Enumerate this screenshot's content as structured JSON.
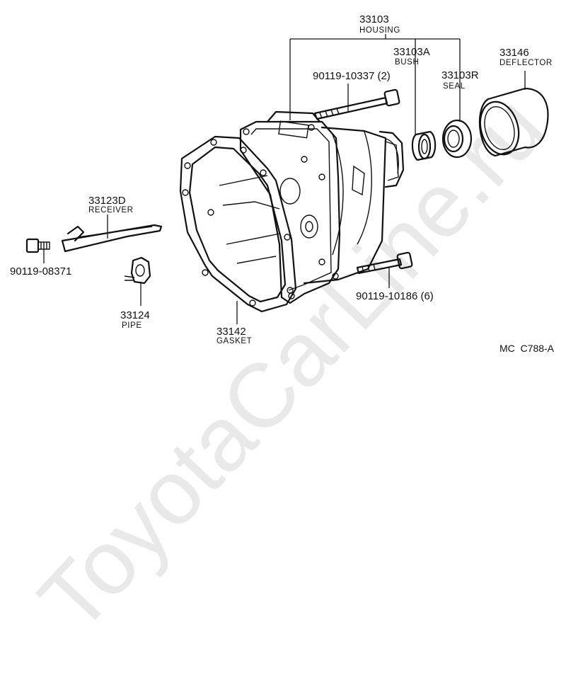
{
  "watermark": "ToyotaCarLine.ru",
  "diagram_code": "MC  C788-A",
  "parts": [
    {
      "id": "housing",
      "number": "33103",
      "name": "HOUSING"
    },
    {
      "id": "bush",
      "number": "33103A",
      "name": "BUSH"
    },
    {
      "id": "seal",
      "number": "33103R",
      "name": "SEAL"
    },
    {
      "id": "deflector",
      "number": "33146",
      "name": "DEFLECTOR"
    },
    {
      "id": "bolt-top",
      "number": "90119-10337 (2)",
      "name": ""
    },
    {
      "id": "receiver",
      "number": "33123D",
      "name": "RECEIVER"
    },
    {
      "id": "bolt-receiver",
      "number": "90119-08371",
      "name": ""
    },
    {
      "id": "pipe",
      "number": "33124",
      "name": "PIPE"
    },
    {
      "id": "gasket",
      "number": "33142",
      "name": "GASKET"
    },
    {
      "id": "bolt-bottom",
      "number": "90119-10186 (6)",
      "name": ""
    }
  ]
}
